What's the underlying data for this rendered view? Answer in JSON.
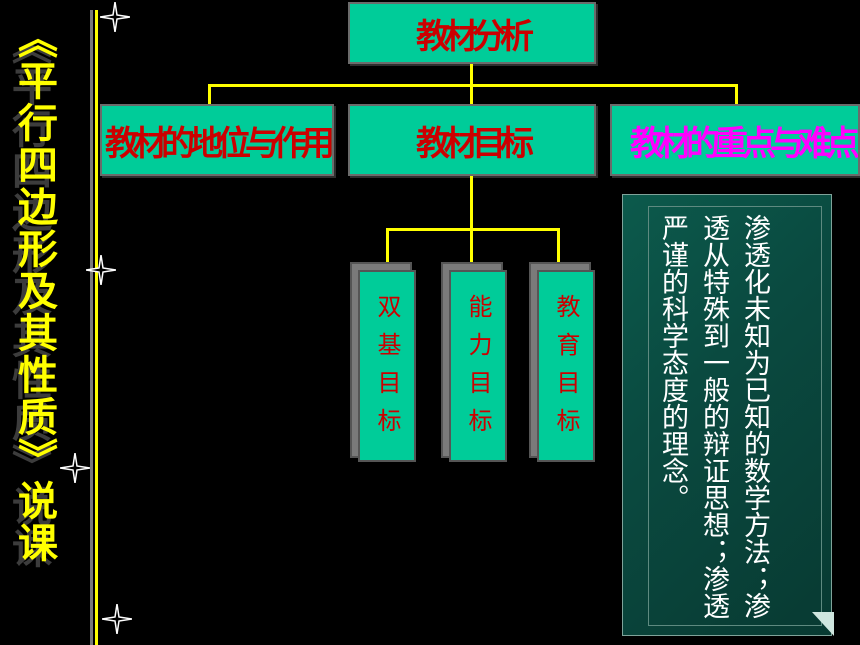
{
  "title": "《平行四边形及其性质》说课",
  "top_box": "教材分析",
  "level2": [
    "教材的地位与作用",
    "教材目标",
    "教材的重点与难点"
  ],
  "targets": [
    "双基目标",
    "能力目标",
    "教育目标"
  ],
  "note": "渗透化未知为已知的数学方法；渗透从特殊到一般的辩证思想；渗透严谨的科学态度的理念。",
  "colors": {
    "background": "#000000",
    "box": "#00cc99",
    "title": "#ffff00",
    "red_text": "#cc0000",
    "magenta_text": "#ff00ff",
    "note_bg": "#0a4a40"
  }
}
